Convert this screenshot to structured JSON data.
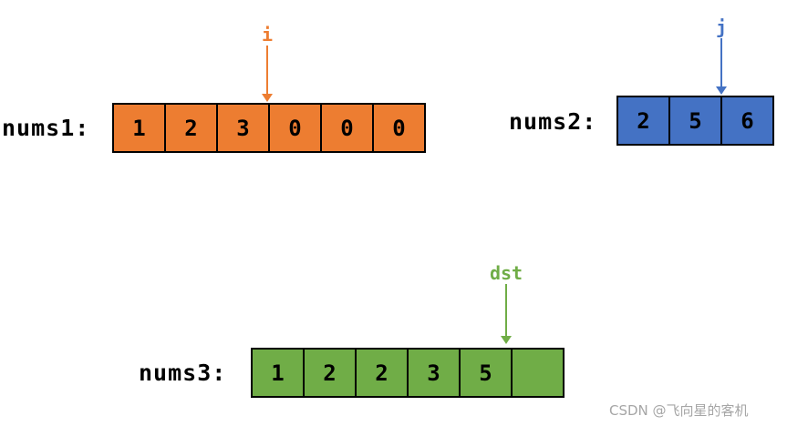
{
  "colors": {
    "orange": "#ED7D31",
    "blue": "#4472C4",
    "green": "#70AD47",
    "watermark": "#a6a6a6"
  },
  "arrays": {
    "nums1": {
      "label": "nums1:",
      "values": [
        "1",
        "2",
        "3",
        "0",
        "0",
        "0"
      ]
    },
    "nums2": {
      "label": "nums2:",
      "values": [
        "2",
        "5",
        "6"
      ]
    },
    "nums3": {
      "label": "nums3:",
      "values": [
        "1",
        "2",
        "2",
        "3",
        "5",
        ""
      ]
    }
  },
  "pointers": {
    "i": {
      "label": "i"
    },
    "j": {
      "label": "j"
    },
    "dst": {
      "label": "dst"
    }
  },
  "watermark": "CSDN @飞向星的客机"
}
